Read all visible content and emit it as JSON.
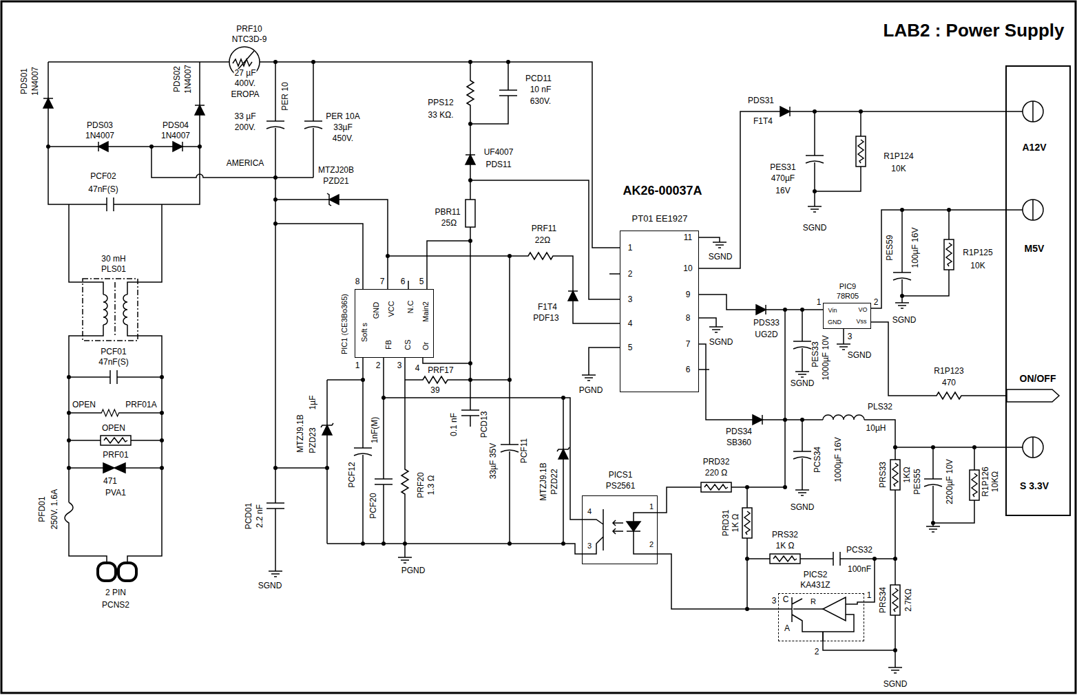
{
  "diagram": {
    "title": "LAB2 : Power Supply",
    "nodes": [
      {
        "text": [
          "PIC1 (CE3Bo365)",
          "Soft s",
          "GND",
          "VCC",
          "N.C",
          "Main2",
          "FB",
          "CS",
          "Or"
        ]
      },
      {
        "text": [
          "PT01 EE1927",
          "1",
          "2",
          "3",
          "4",
          "5",
          "11",
          "10",
          "9",
          "8",
          "7",
          "6"
        ]
      },
      {
        "text": [
          "PIC9",
          "78R05",
          "Vin",
          "VO",
          "GND",
          "Vss"
        ]
      },
      {
        "text": [
          "A12V",
          "M5V",
          "ON/OFF",
          "S 3.3V"
        ]
      },
      {
        "text": [
          "PICS1",
          "PS2561",
          "1",
          "2",
          "3",
          "4"
        ]
      },
      {
        "text": [
          "PICS2",
          "KA431Z",
          "R"
        ]
      }
    ],
    "edges": [
      {
        "from": 1,
        "to": 3,
        "arrow": "none"
      },
      {
        "from": 1,
        "to": 2,
        "arrow": "none"
      },
      {
        "from": 2,
        "to": 3,
        "arrow": "none"
      },
      {
        "from": 2,
        "to": 3,
        "arrow": "none"
      },
      {
        "from": 4,
        "to": 0,
        "arrow": "none"
      },
      {
        "from": 5,
        "to": 4,
        "arrow": "none"
      }
    ],
    "labels": [
      "PRF10",
      "NTC3D-9",
      "27 µF",
      "400V.",
      "EROPA",
      "33 µF",
      "200V.",
      "AMERICA",
      "PER 10",
      "PER 10A",
      "33µF",
      "450V.",
      "PDS01",
      "1N4007",
      "PDS02",
      "1N4007",
      "PDS03",
      "1N4007",
      "PDS04",
      "1N4007",
      "PCF02",
      "47nF(S)",
      "30 mH",
      "PLS01",
      "PCF01",
      "47nF(S)",
      "OPEN",
      "PRF01A",
      "OPEN",
      "PRF01",
      "471",
      "PVA1",
      "PFD01",
      "250V. 1.6A",
      "2 PIN",
      "PCNS2",
      "MTZJ20B",
      "PZD21",
      "PPS12",
      "33 KΩ.",
      "PCD11",
      "10 nF",
      "630V.",
      "UF4007",
      "PDS11",
      "PBR11",
      "25Ω",
      "PRF11",
      "22Ω",
      "F1T4",
      "PDF13",
      "AK26-00037A",
      "8",
      "7",
      "6",
      "5",
      "1",
      "2",
      "3",
      "4",
      "PRF17",
      "39",
      "0.1 nF",
      "PCD13",
      "33µF 35V",
      "PCF11",
      "MTZJ9.1B",
      "PZD22",
      "MTZJ9.1B",
      "PZD23",
      "1µF",
      "PCF12",
      "1nF(M)",
      "PCF20",
      "PRF20",
      "1.3 Ω",
      "PGND",
      "PCD01",
      "2.2 nF",
      "SGND",
      "PGND",
      "SGND",
      "SGND",
      "PDS31",
      "F1T4",
      "PES31",
      "470µF",
      "16V",
      "R1P124",
      "10K",
      "SGND",
      "PES59",
      "100µF 16V",
      "R1P125",
      "10K",
      "SGND",
      "1",
      "2",
      "3",
      "PDS33",
      "UG2D",
      "PES33",
      "1000µF 10V",
      "SGND",
      "SGND",
      "R1P123",
      "470",
      "PLS32",
      "10µH",
      "PDS34",
      "SB360",
      "PCS34",
      "1000µF 16V",
      "SGND",
      "PRS33",
      "1KΩ",
      "PES55",
      "2200µF 10V",
      "R1P126",
      "10KΩ",
      "PRD32",
      "220 Ω",
      "PRD31",
      "1K Ω",
      "PRS32",
      "1K Ω",
      "PCS32",
      "100nF",
      "3",
      "C",
      "A",
      "1",
      "2",
      "PRS34",
      "2.7KΩ",
      "SGND"
    ]
  }
}
